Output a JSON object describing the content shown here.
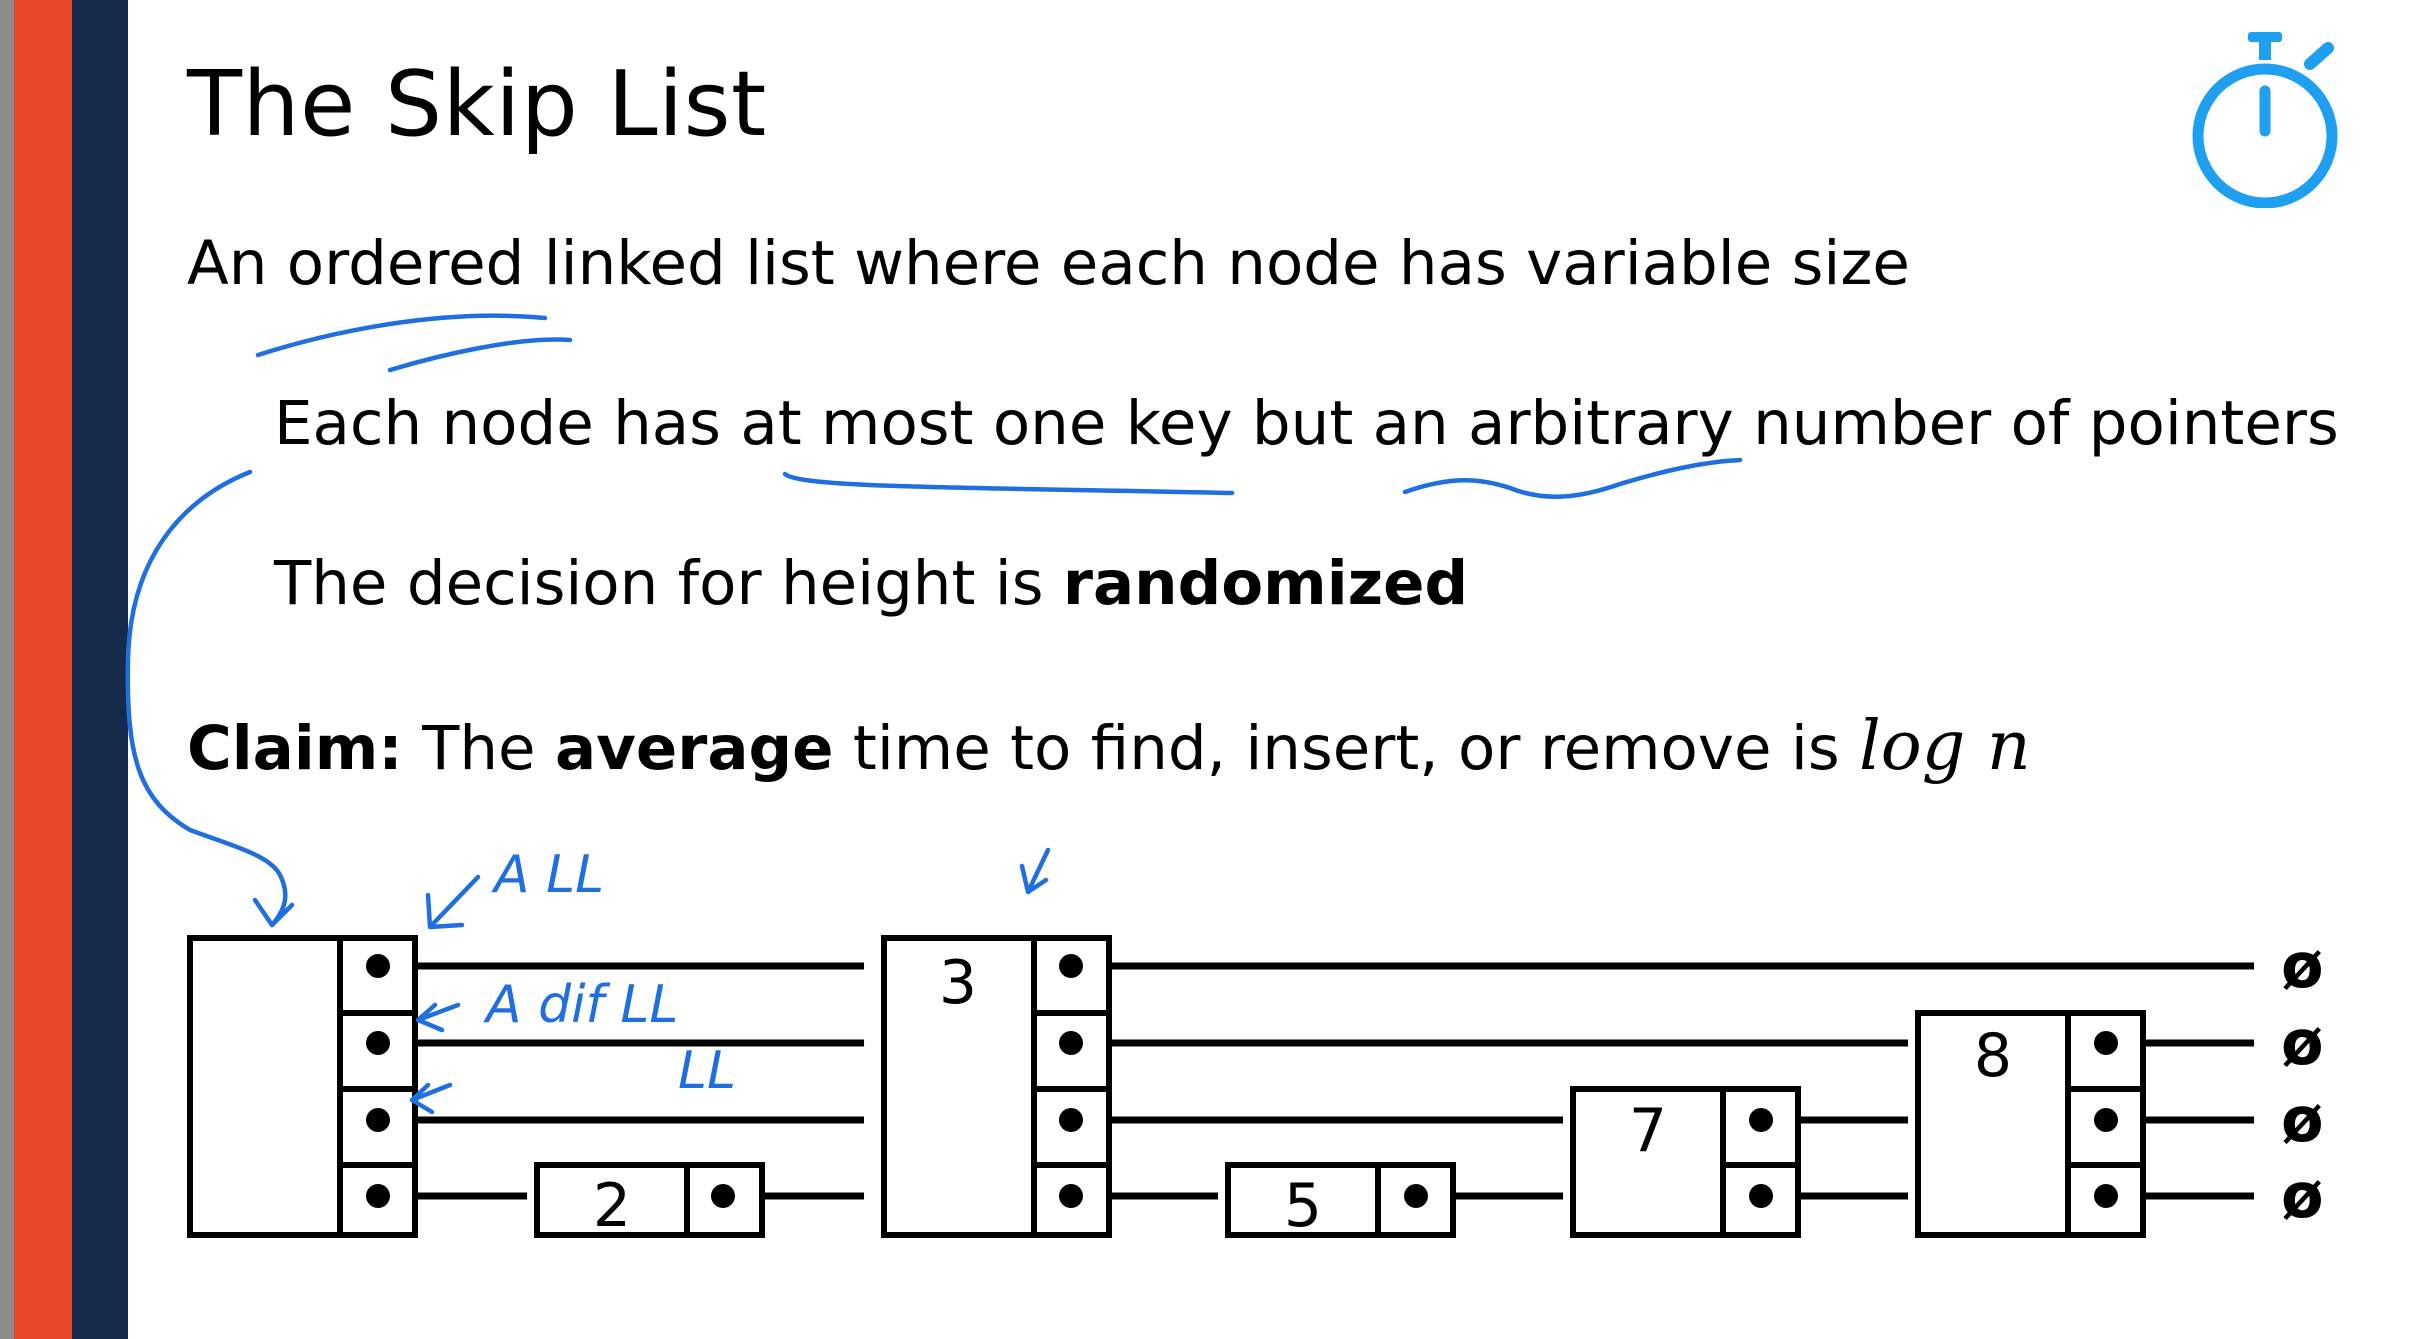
{
  "slide": {
    "title": "The Skip List",
    "line1": "An ordered linked list where each node has variable size",
    "line2": "Each node has at most one key but an arbitrary number of pointers",
    "line3_prefix": "The decision for height is ",
    "line3_bold": "randomized",
    "claim_label": "Claim:",
    "claim_text1": " The ",
    "claim_bold": "average",
    "claim_text2": " time to find, insert, or remove is ",
    "claim_math": "log n"
  },
  "diagram": {
    "node_keys": [
      "2",
      "3",
      "5",
      "7",
      "8"
    ],
    "null_symbol": "ø",
    "annotations": {
      "top_level": "A LL",
      "second_level": "A dif LL",
      "third_level": "LL"
    }
  },
  "colors": {
    "accent_orange": "#e8482a",
    "sidebar_navy": "#162a4a",
    "ink_blue": "#1f6fe0",
    "timer_blue": "#1e9ff0"
  },
  "icons": [
    "stopwatch-icon"
  ]
}
